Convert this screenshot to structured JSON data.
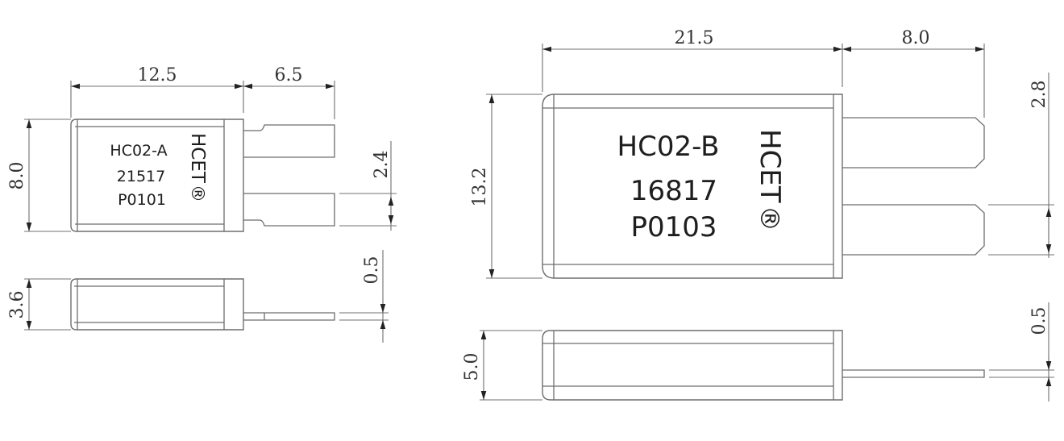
{
  "drawings": {
    "hc02a": {
      "top_view": {
        "model": "HC02-A",
        "temp_code": "21517",
        "part_code": "P0101",
        "brand": "HCET",
        "registered_mark": "®",
        "dim_body_length": "12.5",
        "dim_lead_length": "6.5",
        "dim_body_width": "8.0",
        "dim_lead_width": "2.4"
      },
      "side_view": {
        "dim_thickness": "3.6",
        "dim_lead_thickness": "0.5"
      }
    },
    "hc02b": {
      "top_view": {
        "model": "HC02-B",
        "temp_code": "16817",
        "part_code": "P0103",
        "brand": "HCET",
        "registered_mark": "®",
        "dim_body_length": "21.5",
        "dim_lead_length": "8.0",
        "dim_body_width": "13.2",
        "dim_lead_width": "2.8"
      },
      "side_view": {
        "dim_thickness": "5.0",
        "dim_lead_thickness": "0.5"
      }
    }
  }
}
